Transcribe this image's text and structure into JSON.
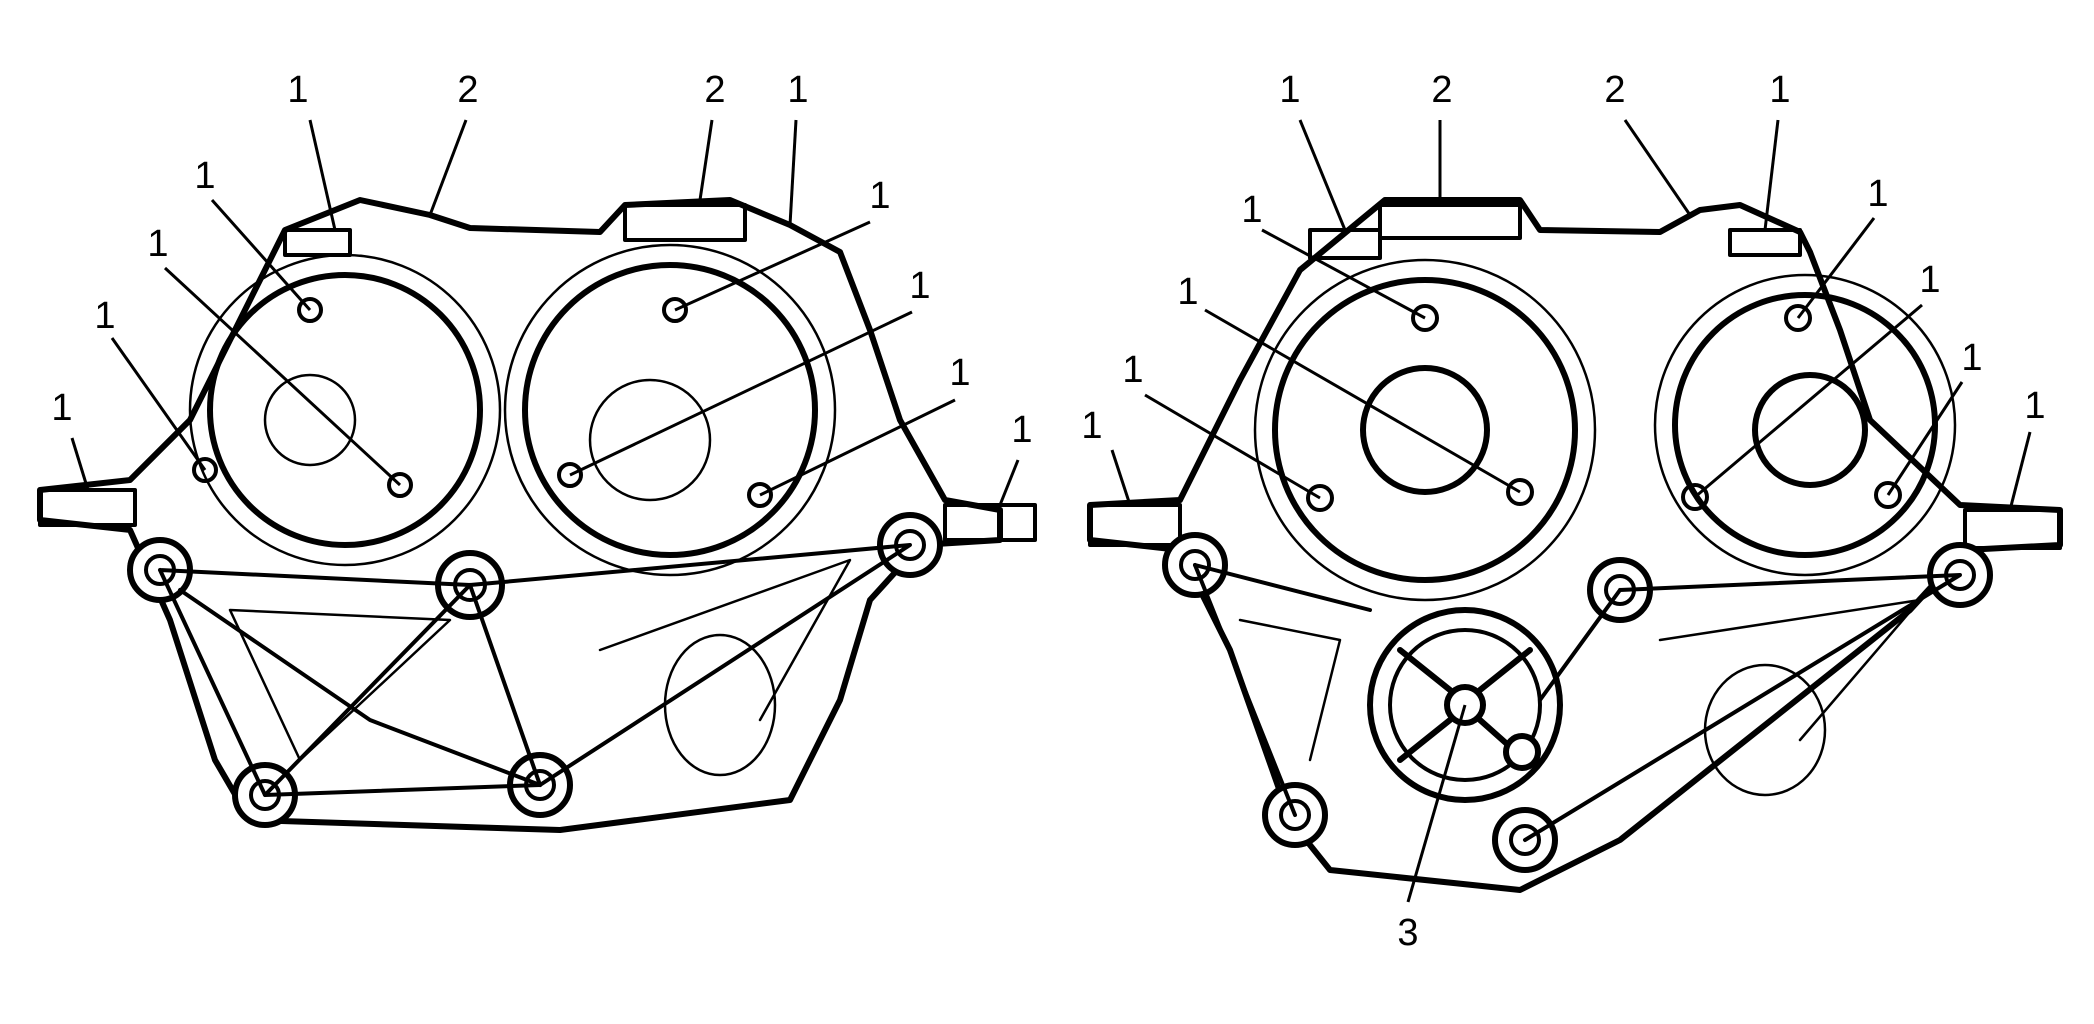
{
  "callouts": {
    "left": [
      {
        "id": "L-a",
        "label": "1"
      },
      {
        "id": "L-b",
        "label": "2"
      },
      {
        "id": "L-c",
        "label": "2"
      },
      {
        "id": "L-d",
        "label": "1"
      },
      {
        "id": "L-e",
        "label": "1"
      },
      {
        "id": "L-f",
        "label": "1"
      },
      {
        "id": "L-g",
        "label": "1"
      },
      {
        "id": "L-h",
        "label": "1"
      },
      {
        "id": "L-i",
        "label": "1"
      },
      {
        "id": "L-j",
        "label": "1"
      },
      {
        "id": "L-k",
        "label": "1"
      },
      {
        "id": "L-l",
        "label": "1"
      }
    ],
    "right": [
      {
        "id": "R-a",
        "label": "1"
      },
      {
        "id": "R-b",
        "label": "2"
      },
      {
        "id": "R-c",
        "label": "2"
      },
      {
        "id": "R-d",
        "label": "1"
      },
      {
        "id": "R-e",
        "label": "1"
      },
      {
        "id": "R-f",
        "label": "1"
      },
      {
        "id": "R-g",
        "label": "1"
      },
      {
        "id": "R-h",
        "label": "1"
      },
      {
        "id": "R-i",
        "label": "1"
      },
      {
        "id": "R-j",
        "label": "1"
      },
      {
        "id": "R-k",
        "label": "1"
      },
      {
        "id": "R-l",
        "label": "1"
      },
      {
        "id": "R-m",
        "label": "3"
      }
    ]
  }
}
